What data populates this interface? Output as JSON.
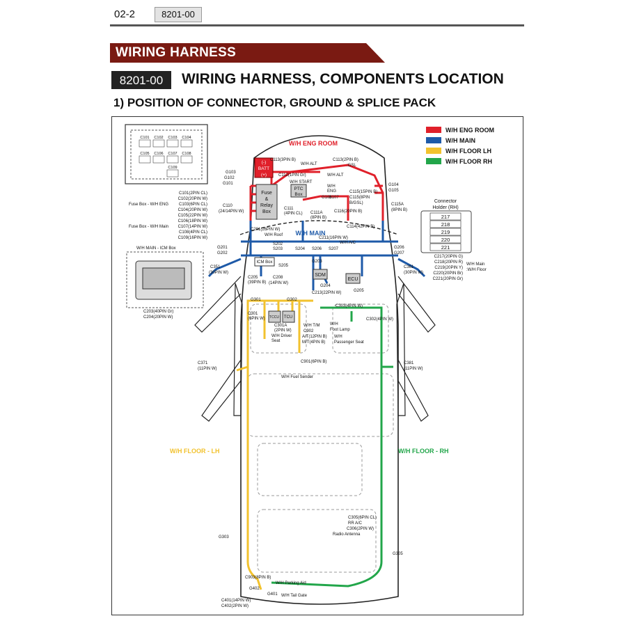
{
  "header": {
    "page_number": "02-2",
    "code": "8201-00"
  },
  "banner": {
    "title": "WIRING HARNESS"
  },
  "section": {
    "code": "8201-00",
    "title": "WIRING HARNESS, COMPONENTS LOCATION"
  },
  "subtitle": "1) POSITION OF CONNECTOR, GROUND & SPLICE PACK",
  "legend": [
    {
      "label": "W/H ENG ROOM",
      "color": "#e0202a"
    },
    {
      "label": "W/H MAIN",
      "color": "#1e5aa8"
    },
    {
      "label": "W/H FLOOR LH",
      "color": "#f2c22e"
    },
    {
      "label": "W/H FLOOR RH",
      "color": "#22a64a"
    }
  ],
  "harness_labels": {
    "eng_room": "W/H ENG ROOM",
    "main": "W/H MAIN",
    "floor_lh": "W/H FLOOR - LH",
    "floor_rh": "W/H FLOOR - RH"
  },
  "fuse_box": {
    "connectors": [
      "C101",
      "C102",
      "C103",
      "C104",
      "C105",
      "C106",
      "C107",
      "C108",
      "C109"
    ],
    "eng_label": "Fuse Box - W/H ENG",
    "main_label": "Fuse Box - W/H Main",
    "eng_list": [
      "C101(2PIN CL)",
      "C102(20PIN W)",
      "C103(6PIN CL)",
      "C104(20PIN W)",
      "C105(22PIN W)"
    ],
    "main_list": [
      "C106(18PIN W)",
      "C107(14PIN W)",
      "C108(4PIN CL)",
      "C109(16PIN W)"
    ]
  },
  "icm_box": {
    "label": "W/H MAIN - ICM Box",
    "c203": "C203(40PIN Gr)",
    "c204": "C204(20PIN W)"
  },
  "connector_holder": {
    "title": [
      "Connector",
      "Holder (RH)"
    ],
    "pins": [
      "217",
      "218",
      "219",
      "220",
      "221"
    ],
    "list": [
      "C217(20PIN G)",
      "C218(20PIN R)",
      "C219(20PIN Y)",
      "C220(20PIN Br)",
      "C221(20PIN Gr)"
    ],
    "side": [
      "W/H Main",
      ":W/H Floor"
    ]
  },
  "components": {
    "batt": [
      "(-)",
      "BATT",
      "(+)"
    ],
    "fuse_relay": [
      "Fuse",
      "&",
      "Relay",
      "Box"
    ],
    "ptc": [
      "PTC",
      "Box"
    ],
    "icm": "ICM Box",
    "sdm": "SDM",
    "ecu": "ECU",
    "tccu": "TCCU",
    "tcu": "TCU"
  },
  "labels": [
    "C113(3PIN B)",
    "W/H ALT",
    "C113(2PIN B)",
    ":GSL",
    "W/H ALT",
    "G103",
    "G102",
    "G101",
    "C112(1PIN Gr)",
    "W/H START",
    "W/H",
    "ENG",
    "G106",
    "G107",
    "C115(15PIN B)",
    "C115(8PIN",
    "B/GSL)",
    "G104",
    "G105",
    "C115A",
    "(8PIN B)",
    "C110",
    "(24/14PIN W)",
    "C111",
    "(4PIN CL)",
    "C111A",
    "(8PIN B)",
    "C116(20PIN B)",
    "C114(42PIN B)",
    "C201(26PIN W)",
    "W/H Roof",
    "C211(16PIN W)",
    "W/H A/C",
    "S202",
    "S203",
    "S204",
    "S206",
    "S207",
    "S205",
    "G201",
    "G202",
    "G206",
    "G207",
    "G203",
    "G204",
    "G205",
    "C351",
    "(30PIN W)",
    "C361",
    "(30PIN W)",
    "C205",
    "(39PIN B)",
    "C208",
    "(14PIN W)",
    "C213(22PIN W)",
    "G301",
    "G302",
    "C303(4PIN W)",
    "C302(4PIN W)",
    "C301",
    "(6PIN W)",
    "C301A",
    "(2PIN W)",
    "W/H Driver",
    "Seat",
    "W/H T/M",
    "C902",
    "A/T(12PIN B)",
    "M/T(4PIN B)",
    "W/H",
    "Foot Lamp",
    "W/H",
    "Passenger Seat",
    "C371",
    "(11PIN W)",
    "C381",
    "(11PIN W)",
    "C901(6PIN B)",
    "W/H Fuel Sender",
    "C305(6PIN CL)",
    "RR A/C",
    "C306(2PIN W)",
    "Radio Antenna",
    "G303",
    "G305",
    "C903(8PIN B)",
    "W/H Parking Aid",
    "G402",
    "G401",
    "W/H Tail Gate",
    "C401(14PIN W)",
    "C402(2PIN W)"
  ]
}
